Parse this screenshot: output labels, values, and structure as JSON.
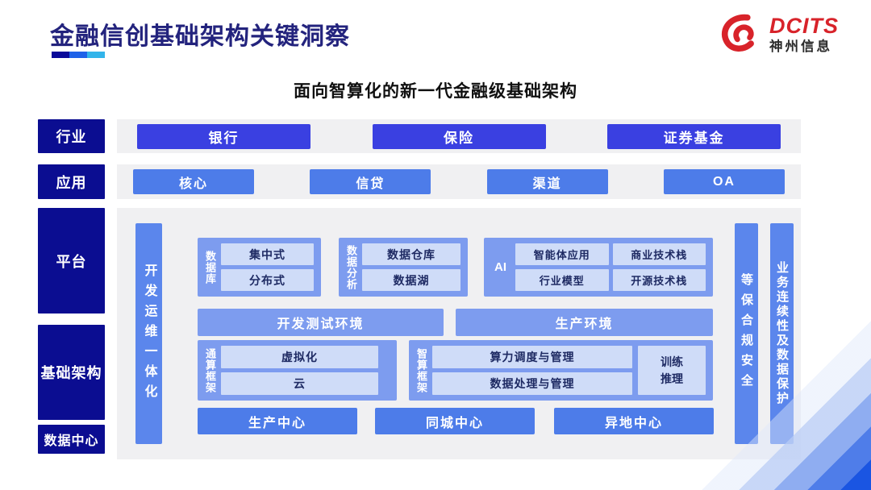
{
  "header": {
    "title": "金融信创基础架构关键洞察",
    "logo_brand": "DCITS",
    "logo_company": "神州信息"
  },
  "diagram": {
    "subtitle": "面向智算化的新一代金融级基础架构",
    "side_labels": {
      "industry": "行业",
      "application": "应用",
      "platform": "平台",
      "infrastructure": "基础架构",
      "datacenter": "数据中心"
    },
    "industry_row": [
      "银行",
      "保险",
      "证券基金"
    ],
    "application_row": [
      "核心",
      "信贷",
      "渠道",
      "OA"
    ],
    "devops_bar": "开发运维一体化",
    "database_group": {
      "label": "数据库",
      "items": [
        "集中式",
        "分布式"
      ]
    },
    "analytics_group": {
      "label": "数据分析",
      "items": [
        "数据仓库",
        "数据湖"
      ]
    },
    "ai_group": {
      "label": "AI",
      "items": [
        "智能体应用",
        "商业技术栈",
        "行业模型",
        "开源技术栈"
      ]
    },
    "environments": [
      "开发测试环境",
      "生产环境"
    ],
    "general_compute_group": {
      "label": "通算框架",
      "items": [
        "虚拟化",
        "云"
      ]
    },
    "ai_compute_group": {
      "label": "智算框架",
      "items": [
        "算力调度与管理",
        "数据处理与管理"
      ],
      "side_item": "训练推理"
    },
    "centers": [
      "生产中心",
      "同城中心",
      "异地中心"
    ],
    "security_bar": "等保合规安全",
    "continuity_bar": "业务连续性及数据保护"
  },
  "colors": {
    "navy": "#0b0d91",
    "title_navy": "#23237d",
    "bright_blue": "#3a40e1",
    "button_blue": "#4d7ce9",
    "group_blue": "#7d9cef",
    "bar_blue": "#5b86ec",
    "light_box": "#cfdcf8",
    "light_box_text": "#1e2a63",
    "panel_gray": "#f0f0f2",
    "logo_red": "#d8232a",
    "underline": [
      "#0a0a99",
      "#1e62e8",
      "#32b4ea"
    ]
  }
}
